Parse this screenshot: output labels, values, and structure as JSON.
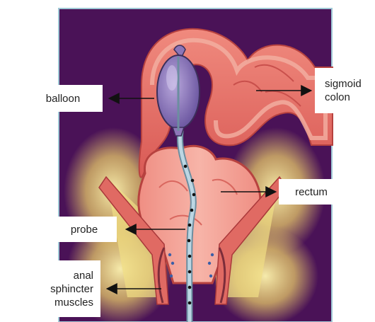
{
  "labels": {
    "balloon": "balloon",
    "sigmoid_colon": "sigmoid\ncolon",
    "rectum": "rectum",
    "probe": "probe",
    "anal_sphincter_muscles": "anal\nsphincter\nmuscles"
  },
  "colors": {
    "background": "#4a1257",
    "tissue": "#e8736c",
    "tissue_light": "#f2a39a",
    "fat": "#f3e07a",
    "probe": "#a9c8d8",
    "balloon": "#8d76b8",
    "arrow": "#111111"
  }
}
